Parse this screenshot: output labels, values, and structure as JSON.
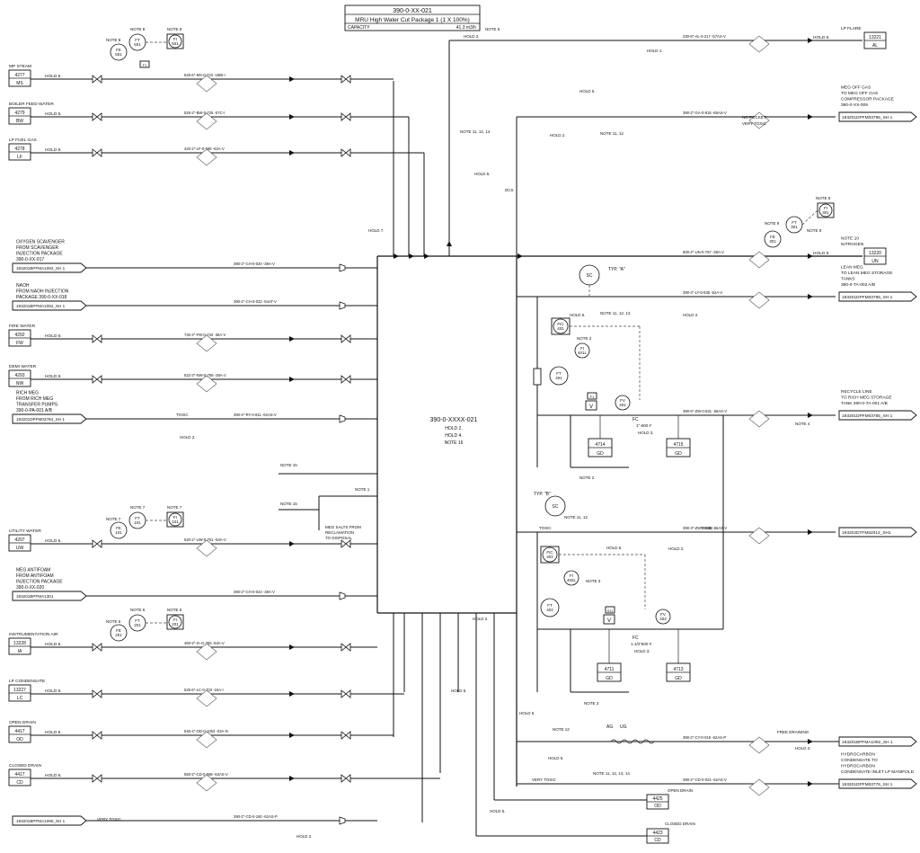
{
  "title_block": {
    "doc_no": "390-0-XX-021",
    "title": "MRU High Water Cut Package 1 (1 X 100%)",
    "capacity_label": "CAPACITY",
    "capacity_value": "41.3 m3/h"
  },
  "center": {
    "tag": "390-0-XXXX-021",
    "hold_a": "HOLD 2.",
    "hold_b": "HOLD 4.",
    "note": "NOTE 16"
  },
  "left_streams": [
    {
      "label": "MP STEAM",
      "num": "4277",
      "code": "MS",
      "hold": "HOLD 6.",
      "line": "525-6\"-MS-0-723 -15BI-I"
    },
    {
      "label": "BOILER FEED WATER",
      "num": "4279",
      "code": "BW",
      "hold": "HOLD 6.",
      "line": "525-2\"-BW-0-725 -07C-I"
    },
    {
      "label": "LP FUEL GAS",
      "num": "4278",
      "code": "LF",
      "hold": "HOLD 6.",
      "line": "420-2\"-LF-0-598 -62A-V"
    },
    {
      "label": "FIRE WATER",
      "num": "4292",
      "code": "FW",
      "hold": "HOLD 6.",
      "line": "730-4\"-FW-0-733 -38A-V"
    },
    {
      "label": "DEMI WATER",
      "num": "4293",
      "code": "NW",
      "hold": "HOLD 6.",
      "line": "522-3\"-NW-0-756 -38A-V"
    },
    {
      "label": "UTILITY WATER",
      "num": "4297",
      "code": "UW",
      "hold": "HOLD 6.",
      "line": "520-2\"-UW-0-751 -63A-V"
    },
    {
      "label": "INSTRUMENTATION AIR",
      "num": "13228",
      "code": "IA",
      "hold": "HOLD 6.",
      "line": "460-2\"-IA-G-755 -63A-V"
    },
    {
      "label": "LP CONDENSATE",
      "num": "13227",
      "code": "LC",
      "hold": "HOLD 6.",
      "line": "525-6\"-LC-0-703 -15A-I"
    },
    {
      "label": "OPEN DRAIN",
      "num": "4417",
      "code": "OD",
      "hold": "HOLD 6.",
      "line": "540-4\"-OD-0-1053 -03A-N"
    },
    {
      "label": "CLOSED DRAIN",
      "num": "4417",
      "code": "CD",
      "hold": "HOLD 6.",
      "line": "550-2\"-CD-0-586 -63AS-V"
    }
  ],
  "left_offpage": [
    {
      "lines": [
        "OXYGEN SCAVENGER",
        "FROM SCAVENGER",
        "INJECTION PACKAGE",
        "390-0-XX-017"
      ],
      "ref": "193201BPFMA1092_SH 1",
      "line": "390-2\"-CH-0-020 -38A-V"
    },
    {
      "lines": [
        "NAOH",
        "FROM NAOH INJECTION",
        "PACKAGE 390-0-XX-018"
      ],
      "ref": "193201BPFMA1092_SH 1",
      "line": "390-2\"-CH-0-022 -54AT-V"
    },
    {
      "lines": [
        "RICH MEG",
        "FROM RICH MEG",
        "TRANSFER PUMPS",
        "390-0-PA-001 A/B"
      ],
      "ref": "193201DPFM03784_SH 1",
      "line": "390-4\"-RY-0-811 -62AS-V"
    },
    {
      "lines": [
        "MEG ANTIFOAM",
        "FROM ANTIFOAM",
        "INJECTION PACKAGE",
        "390-0-XX-020"
      ],
      "ref": "193201BPFMA1301",
      "line": "390-2\"-CH-0-024 -38A-V"
    },
    {
      "lines": [],
      "ref": "193201BPFMA1090_SH 1",
      "line": "390-2\"-CD-0-160 -62AS-P"
    }
  ],
  "right_streams": [
    {
      "lines": [
        "LP FLARE"
      ],
      "num": "13221",
      "code": "AL",
      "hold": "HOLD 6.",
      "line": "230-8\"-AL-0-217 -57AS-V"
    },
    {
      "lines": [
        "MEG OFF GAS",
        "TO MEG OFF GAS",
        "COMPRESSOR PACKAGE",
        "390-0-XX-009"
      ],
      "ref": "193201DPFM03785_SH 1",
      "line": "390-2\"-GA-0-816 -65AS-V"
    },
    {
      "lines": [
        "NOTE 10",
        "NITROGEN"
      ],
      "num": "13220",
      "code": "UN",
      "hold": "HOLD 6.",
      "line": "800-2\"-UN-0-767 -38A-V"
    },
    {
      "lines": [
        "LEAN MEG",
        "TO LEAN MEG STORAGE",
        "TANKS",
        "390-0-TA-002 A/B"
      ],
      "ref": "193201DPFM03785_SH 1",
      "line": "390-3\"-LY-0-835 -52A-V"
    },
    {
      "lines": [
        "RECYCLE LINE",
        "TO RICH MEG STORAGE",
        "TANK 390-0-TA-001 A/B"
      ],
      "ref": "193201DPFM03785_SH 1",
      "line": "390-6\"-ZW-0-831 -56AS-V"
    },
    {
      "lines": [],
      "ref": "193202DTFM62012_SH1",
      "line": "390-3\"-ZW-0-836 -65AS-V"
    },
    {
      "lines": [],
      "ref": "193201BPFMA1092_SH 1",
      "line": "390-2\"-CY-0-019 -62AS-P"
    },
    {
      "lines": [
        "HYDROCARBON",
        "CONDENSATE TO",
        "HYDROCARBON",
        "CONDENSATE INLET LP MANIFOLD"
      ],
      "ref": "193201DPFM03776_SH 1",
      "line": "390-2\"-CD-0-024 -62AS-V"
    }
  ],
  "labels": {
    "hold_generic": "HOLD 5.",
    "hold7": "HOLD 7.",
    "hold1": "HOLD 1.",
    "hold2": "HOLD 2.",
    "hold3": "HOLD 3.",
    "note1": "NOTE 1",
    "note2": "NOTE 2",
    "note3": "NOTE 3",
    "note4": "NOTE 4",
    "note5": "NOTE 5",
    "note6": "NOTE 6",
    "note7": "NOTE 7",
    "note8": "NOTE 8",
    "note9": "NOTE 9",
    "note12": "NOTE 12",
    "note15": "NOTE 15",
    "note_1112": "NOTE 11, 12",
    "note_111214": "NOTE 11, 12, 14",
    "note_11121314": "NOTE 11, 12, 13, 14",
    "note_1112_13": "NOTE 11, 12, 13",
    "no_pocket": "NO POCKET",
    "very_toxic": "VERY TOXIC",
    "toxic": "TOXIC",
    "typA": "TYP. \"A\"",
    "typB": "TYP. \"B\"",
    "meg_salts": "MEG SALTS FROM",
    "reclamation": "RECLAMATION",
    "to_disposal": "TO DISPOSAL",
    "free_draining": "FREE DRAINING",
    "ag": "AG",
    "ug": "UG",
    "open_drain": "OPEN DRAIN",
    "closed_drain": "CLOSED DRAIN",
    "od_num": "4425",
    "od_code": "OD",
    "cd_num": "4423",
    "cd_code": "CD",
    "gd_a": "4714",
    "gd_b": "4715",
    "gd_c": "4711",
    "gd_d": "4713",
    "gd": "GD",
    "fic401": "401",
    "fic402": "402",
    "ft401": "401",
    "ft402": "402",
    "fv401": "401",
    "fv402": "402",
    "dcs": "DCS",
    "fb": "FB",
    "lo": "LO",
    "fc": "FC",
    "sc": "SC"
  },
  "icons": {
    "instrument": "instrument-bubble-icon",
    "valve": "gate-valve-icon",
    "reducer": "reducer-icon",
    "flow": "flow-arrow-icon"
  }
}
